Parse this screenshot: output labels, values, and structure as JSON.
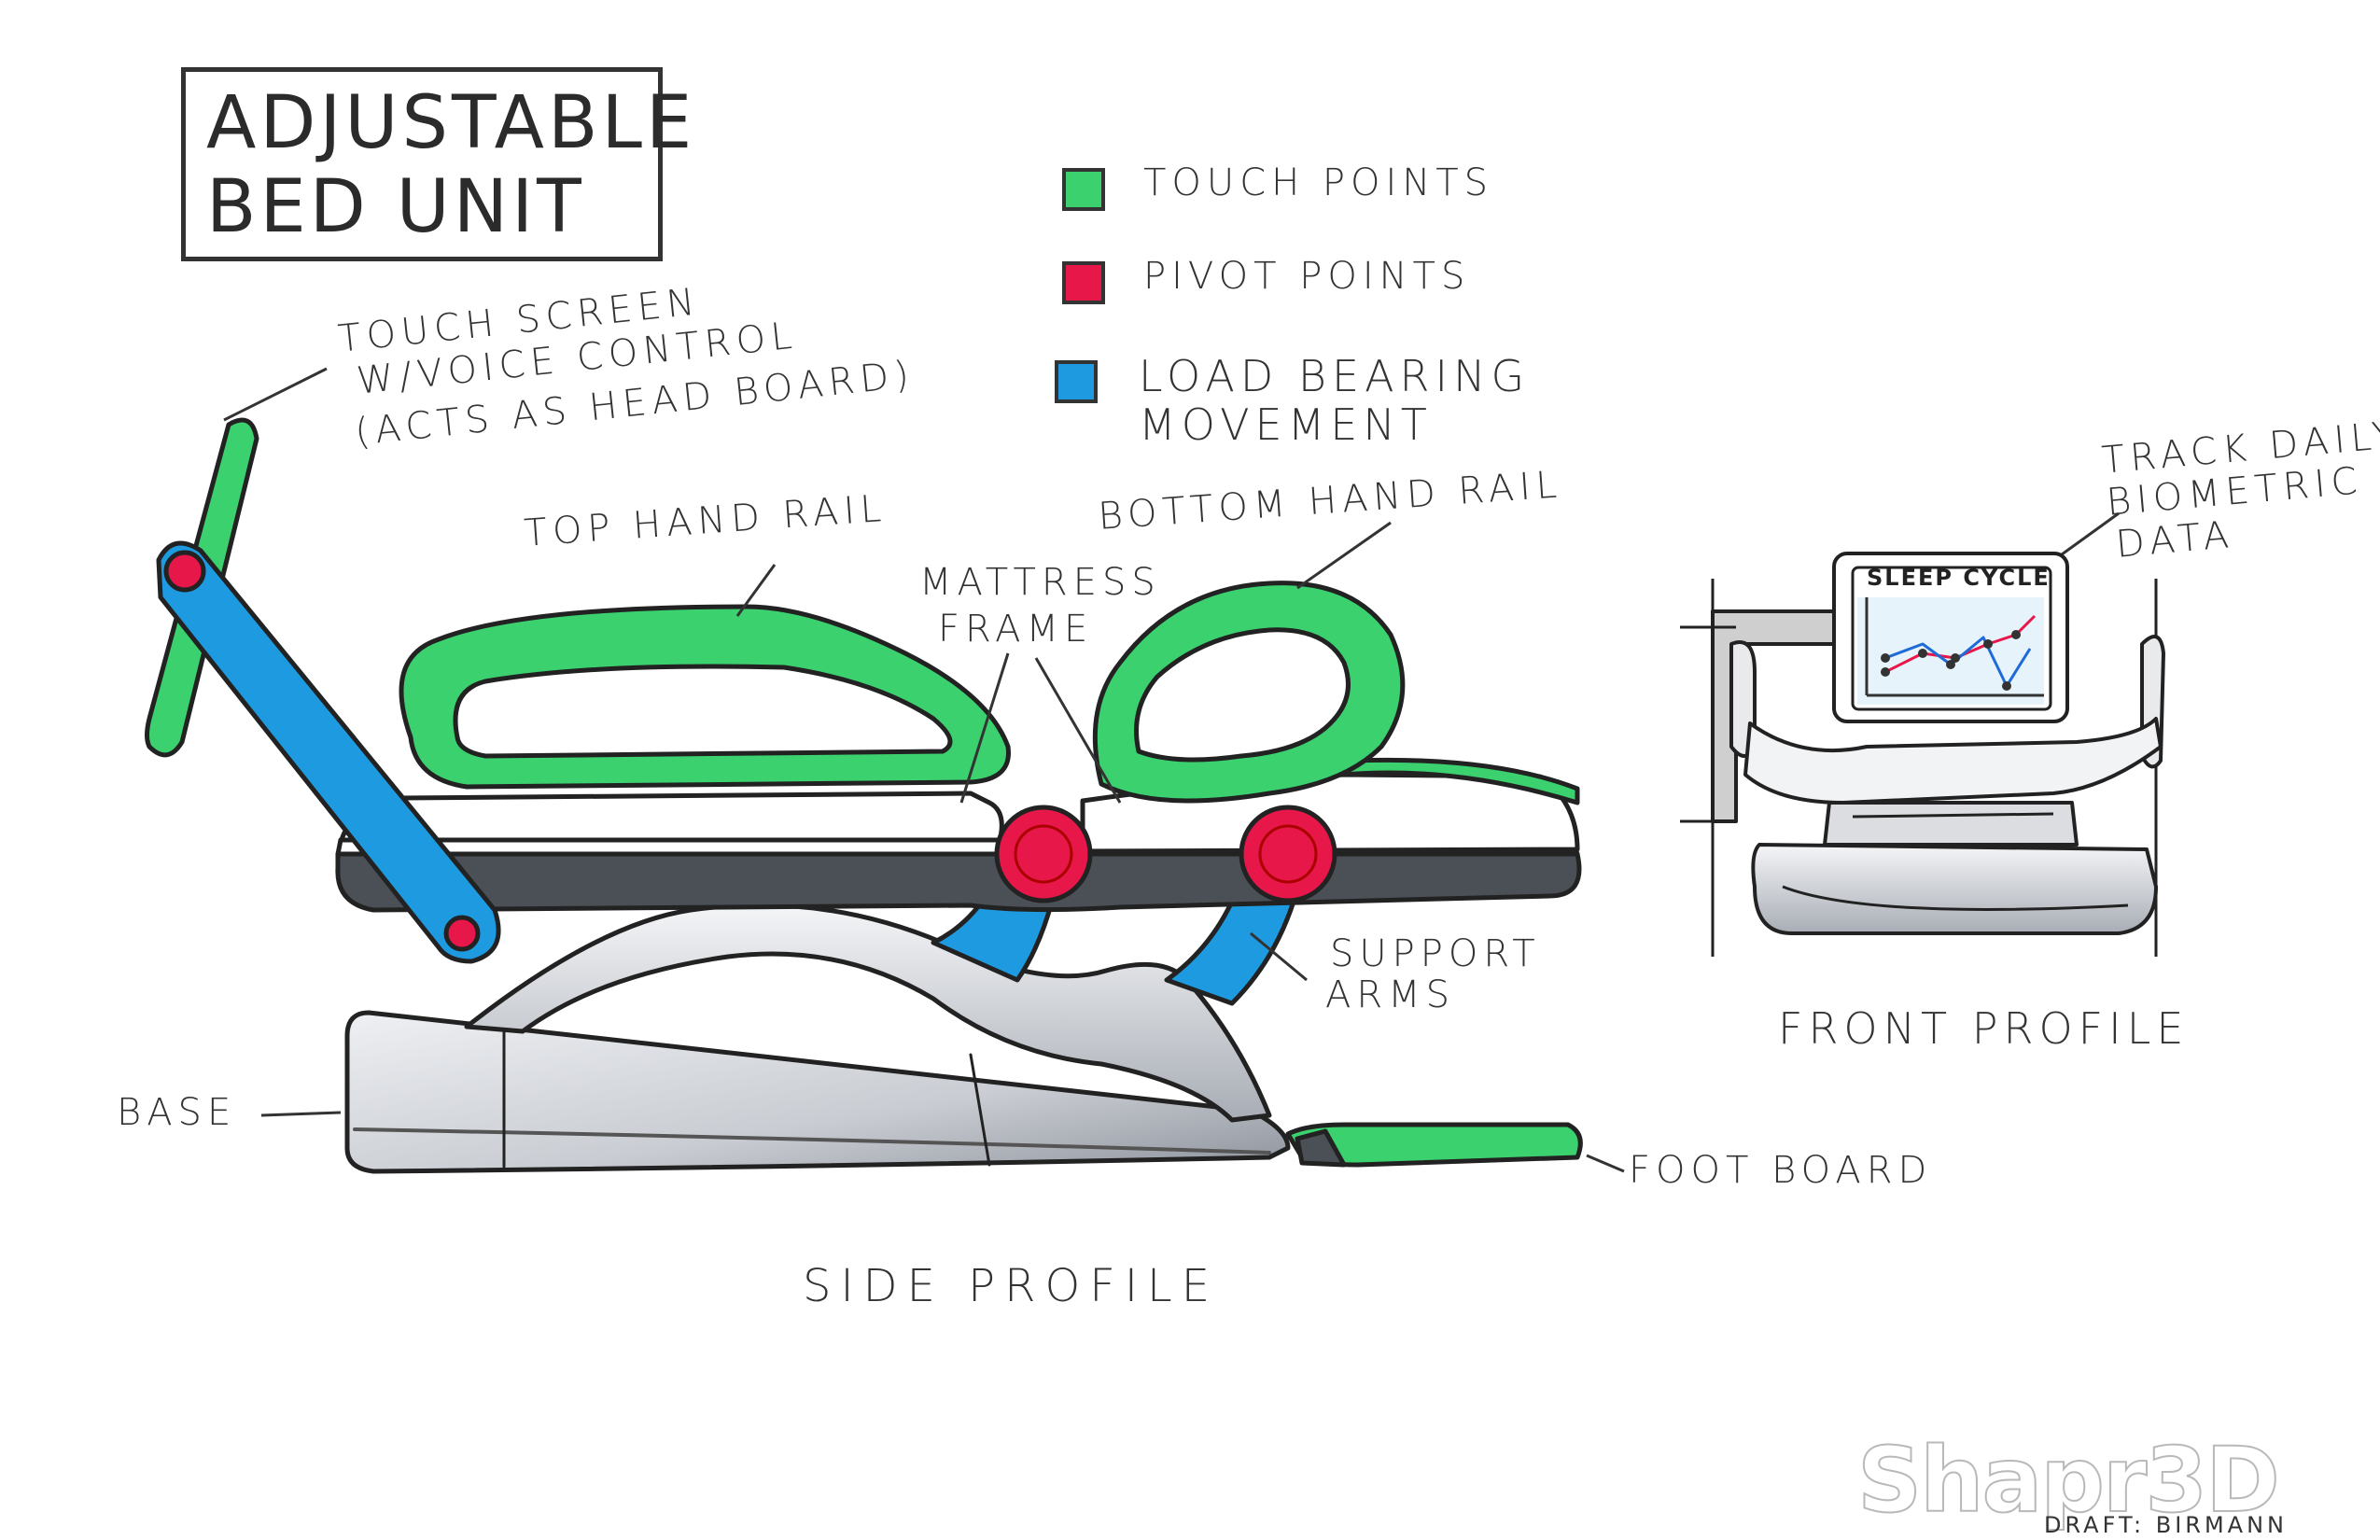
{
  "title": {
    "line1": "ADJUSTABLE",
    "line2": "BED UNIT"
  },
  "legend": [
    {
      "label": "TOUCH POINTS",
      "color": "#3cd16f"
    },
    {
      "label": "PIVOT POINTS",
      "color": "#e8174a"
    },
    {
      "label": "LOAD BEARING",
      "label2": "MOVEMENT",
      "color": "#1e9be0"
    }
  ],
  "callouts": {
    "touch_screen": [
      "TOUCH SCREEN",
      "W/VOICE CONTROL",
      "(ACTS AS HEAD BOARD)"
    ],
    "top_hand_rail": "TOP HAND RAIL",
    "bottom_hand_rail": "BOTTOM HAND RAIL",
    "mattress_frame": [
      "MATTRESS",
      "FRAME"
    ],
    "support_arms": [
      "SUPPORT",
      "ARMS"
    ],
    "base": "BASE",
    "foot_board": "FOOT BOARD",
    "biometric": [
      "TRACK DAILY",
      "BIOMETRIC",
      "DATA"
    ]
  },
  "views": {
    "side": "SIDE PROFILE",
    "front": "FRONT PROFILE"
  },
  "screen": {
    "heading": "SLEEP CYCLE"
  },
  "drafter": "DRAFT: BIRMANN",
  "watermark": "Shapr3D"
}
